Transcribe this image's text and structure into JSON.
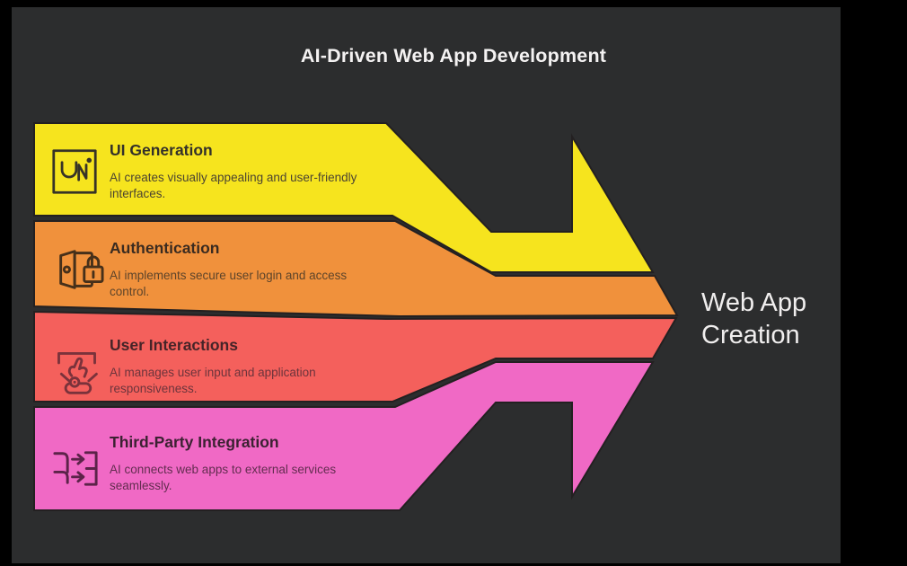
{
  "title": "AI-Driven Web App Development",
  "result": {
    "label": "Web App\nCreation"
  },
  "bands": [
    {
      "label": "UI Generation",
      "description": "AI creates visually appealing and user-friendly\ninterfaces.",
      "color": "#F6E41E",
      "ink": "#373327",
      "title_color": "#33302A",
      "desc_color": "#4C4431",
      "icon": "ui-generation-icon"
    },
    {
      "label": "Authentication",
      "description": "AI implements secure user login and access\ncontrol.",
      "color": "#F0913C",
      "ink": "#46301A",
      "title_color": "#3A2B20",
      "desc_color": "#5D442A",
      "icon": "door-lock-icon"
    },
    {
      "label": "User Interactions",
      "description": "AI manages user input and application\nresponsiveness.",
      "color": "#F4605C",
      "ink": "#7A323B",
      "title_color": "#452428",
      "desc_color": "#6C343C",
      "icon": "tap-interaction-icon"
    },
    {
      "label": "Third-Party Integration",
      "description": "AI connects web apps to external services\nseamlessly.",
      "color": "#F069C5",
      "ink": "#5C2349",
      "title_color": "#3C2132",
      "desc_color": "#632D50",
      "icon": "integration-arrows-icon"
    }
  ],
  "palette": {
    "page_background": "#000000",
    "panel_background": "#2C2D2E",
    "outline": "#232021",
    "title_color": "#F4F2F2",
    "result_color": "#F0EEEE"
  }
}
